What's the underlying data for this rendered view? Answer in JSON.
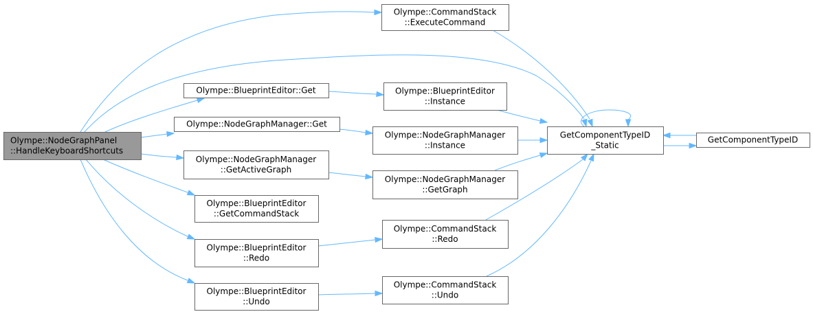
{
  "diagram": {
    "type": "call-graph",
    "edge_color": "#63b8ff",
    "root_fill": "#999999",
    "node_fill": "#ffffff",
    "node_border": "#666666",
    "nodes": [
      {
        "id": "root",
        "lines": [
          "Olympe::NodeGraphPanel",
          "::HandleKeyboardShortcuts"
        ],
        "root": true
      },
      {
        "id": "execcmd",
        "lines": [
          "Olympe::CommandStack",
          "::ExecuteCommand"
        ]
      },
      {
        "id": "be_get",
        "lines": [
          "Olympe::BlueprintEditor::Get"
        ]
      },
      {
        "id": "ngm_get",
        "lines": [
          "Olympe::NodeGraphManager::Get"
        ]
      },
      {
        "id": "ngm_active",
        "lines": [
          "Olympe::NodeGraphManager",
          "::GetActiveGraph"
        ]
      },
      {
        "id": "be_cmdstack",
        "lines": [
          "Olympe::BlueprintEditor",
          "::GetCommandStack"
        ]
      },
      {
        "id": "be_redo",
        "lines": [
          "Olympe::BlueprintEditor",
          "::Redo"
        ]
      },
      {
        "id": "be_undo",
        "lines": [
          "Olympe::BlueprintEditor",
          "::Undo"
        ]
      },
      {
        "id": "be_instance",
        "lines": [
          "Olympe::BlueprintEditor",
          "::Instance"
        ]
      },
      {
        "id": "ngm_instance",
        "lines": [
          "Olympe::NodeGraphManager",
          "::Instance"
        ]
      },
      {
        "id": "ngm_getgraph",
        "lines": [
          "Olympe::NodeGraphManager",
          "::GetGraph"
        ]
      },
      {
        "id": "cs_redo",
        "lines": [
          "Olympe::CommandStack",
          "::Redo"
        ]
      },
      {
        "id": "cs_undo",
        "lines": [
          "Olympe::CommandStack",
          "::Undo"
        ]
      },
      {
        "id": "gctid_static",
        "lines": [
          "GetComponentTypeID",
          "_Static"
        ]
      },
      {
        "id": "gctid",
        "lines": [
          "GetComponentTypeID"
        ]
      }
    ],
    "edges": [
      {
        "from": "root",
        "to": "execcmd"
      },
      {
        "from": "root",
        "to": "gctid_static"
      },
      {
        "from": "root",
        "to": "be_get"
      },
      {
        "from": "root",
        "to": "ngm_get"
      },
      {
        "from": "root",
        "to": "ngm_active"
      },
      {
        "from": "root",
        "to": "be_cmdstack"
      },
      {
        "from": "root",
        "to": "be_redo"
      },
      {
        "from": "root",
        "to": "be_undo"
      },
      {
        "from": "execcmd",
        "to": "gctid_static"
      },
      {
        "from": "be_get",
        "to": "be_instance"
      },
      {
        "from": "ngm_get",
        "to": "ngm_instance"
      },
      {
        "from": "ngm_active",
        "to": "ngm_getgraph"
      },
      {
        "from": "be_redo",
        "to": "cs_redo"
      },
      {
        "from": "be_undo",
        "to": "cs_undo"
      },
      {
        "from": "be_instance",
        "to": "gctid_static"
      },
      {
        "from": "ngm_instance",
        "to": "gctid_static"
      },
      {
        "from": "ngm_getgraph",
        "to": "gctid_static"
      },
      {
        "from": "cs_redo",
        "to": "gctid_static"
      },
      {
        "from": "cs_undo",
        "to": "gctid_static"
      },
      {
        "from": "gctid_static",
        "to": "gctid_static"
      },
      {
        "from": "gctid_static",
        "to": "gctid"
      },
      {
        "from": "gctid",
        "to": "gctid_static"
      }
    ]
  }
}
